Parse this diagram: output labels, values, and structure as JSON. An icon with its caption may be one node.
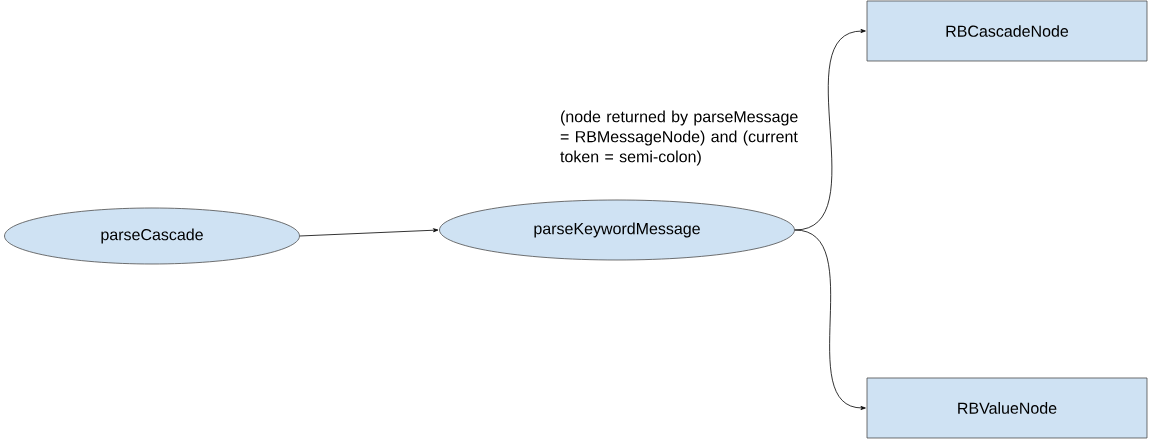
{
  "diagram": {
    "nodes": [
      {
        "text": [
          "parseCascade"
        ]
      },
      {
        "text": [
          "parseKeywordMessage"
        ]
      },
      {
        "text": [
          "RBCascadeNode"
        ]
      },
      {
        "text": [
          "RBValueNode"
        ]
      }
    ],
    "edges": [
      {
        "from": 0,
        "to": 1,
        "arrow": "to"
      },
      {
        "from": 1,
        "to": 2,
        "arrow": "to",
        "label": "(node returned by parseMessage = RBMessageNode) and (current token = semi-colon)"
      },
      {
        "from": 1,
        "to": 3,
        "arrow": "to"
      }
    ]
  }
}
